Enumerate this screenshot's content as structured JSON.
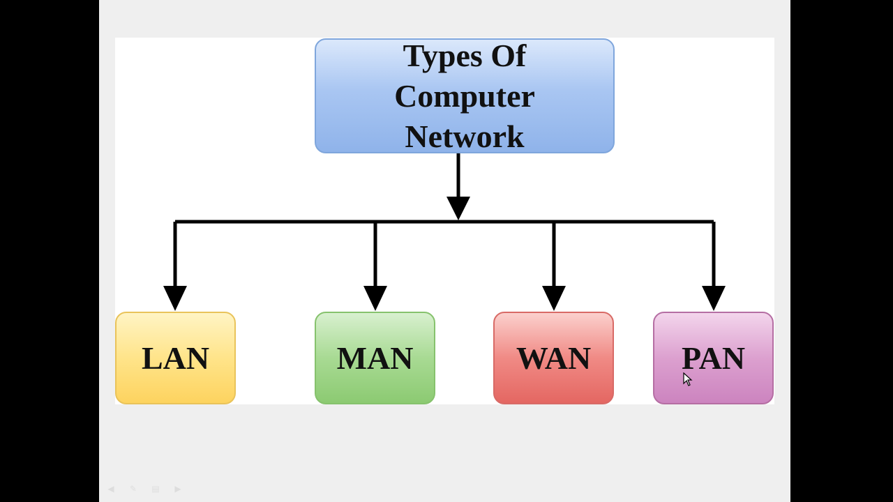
{
  "diagram": {
    "root": {
      "label_line1": "Types Of Computer",
      "label_line2": "Network"
    },
    "children": [
      {
        "label": "LAN",
        "color": "#fde07a"
      },
      {
        "label": "MAN",
        "color": "#a3d78c"
      },
      {
        "label": "WAN",
        "color": "#ee827d"
      },
      {
        "label": "PAN",
        "color": "#d79ac9"
      }
    ],
    "root_color": "#a9c6f2",
    "connector_color": "#000000"
  },
  "presenter_toolbar": {
    "icons": [
      "back-icon",
      "pen-icon",
      "menu-icon",
      "forward-icon"
    ]
  }
}
